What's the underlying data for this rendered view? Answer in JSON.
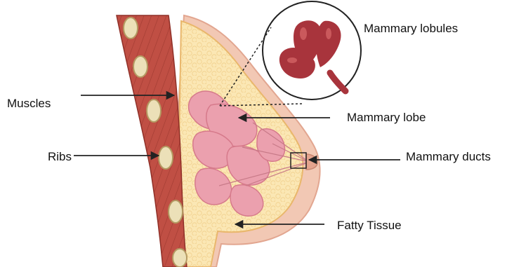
{
  "labels": {
    "muscles": "Muscles",
    "ribs": "Ribs",
    "mammary_lobules": "Mammary lobules",
    "mammary_lobe": "Mammary lobe",
    "mammary_ducts": "Mammary ducts",
    "fatty_tissue": "Fatty Tissue"
  },
  "colors": {
    "muscle": "#b8463c",
    "muscle_light": "#d06a5c",
    "fat": "#fbe7b4",
    "fat_border": "#e9b76c",
    "lobe": "#eba0ae",
    "lobe_border": "#d67a8b",
    "skin": "#f2c8b4",
    "skin_edge": "#e2a690",
    "rib": "#ece0b8",
    "rib_border": "#b49a62",
    "lobule": "#a8343c",
    "lobule_highlight": "#d86a6a",
    "arrow": "#222222"
  }
}
